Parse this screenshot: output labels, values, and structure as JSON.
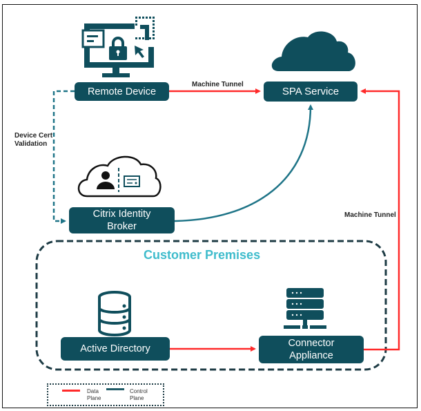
{
  "colors": {
    "node_fill": "#0f4e5c",
    "data_plane": "#ff2a2a",
    "control_plane": "#1e7487",
    "premises_title": "#3fbccc",
    "premises_border": "#1d3b44"
  },
  "nodes": {
    "remote_device": {
      "label": "Remote Device",
      "icon": "monitor-lock-icon"
    },
    "spa_service": {
      "label": "SPA Service",
      "icon": "cloud-icon"
    },
    "identity_broker": {
      "label": "Citrix Identity Broker",
      "icon": "cloud-identity-icon"
    },
    "active_directory": {
      "label": "Active Directory",
      "icon": "database-icon"
    },
    "connector_appliance": {
      "label": "Connector Appliance",
      "icon": "server-rack-icon"
    }
  },
  "edges": {
    "remote_to_spa": {
      "label": "Machine Tunnel",
      "type": "data_plane"
    },
    "connector_to_spa": {
      "label": "Machine Tunnel",
      "type": "data_plane"
    },
    "device_cert": {
      "label_line1": "Device Cert",
      "label_line2": "Validation",
      "type": "control_plane"
    },
    "broker_to_spa": {
      "type": "control_plane"
    },
    "ad_to_connector": {
      "type": "data_plane"
    }
  },
  "premises": {
    "title": "Customer Premises"
  },
  "legend": {
    "data_plane_line1": "Data",
    "data_plane_line2": "Plane",
    "control_plane_line1": "Control",
    "control_plane_line2": "Plane"
  }
}
